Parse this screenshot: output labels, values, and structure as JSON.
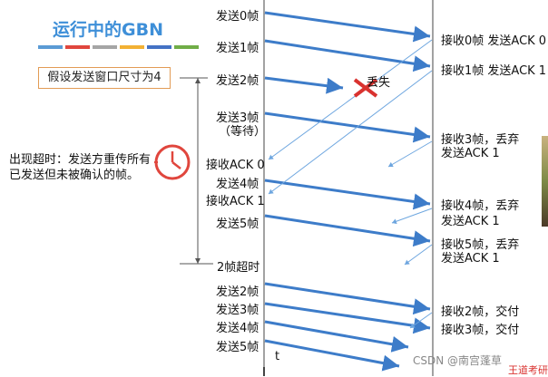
{
  "title": "运行中的GBN",
  "stripe_colors": [
    "#5b9bd5",
    "#e0463d",
    "#a5a5a5",
    "#f2b134",
    "#4472c4",
    "#70ad47"
  ],
  "window_note": "假设发送窗口尺寸为4",
  "timeout_note": "出现超时：发送方重传所有已发送但未被确认的帧。",
  "lost_label": "丢失",
  "time_label": "t",
  "sender": {
    "s0": "发送0帧",
    "s1": "发送1帧",
    "s2": "发送2帧",
    "s3": "发送3帧",
    "s3b": "（等待）",
    "ack0": "接收ACK 0",
    "s4": "发送4帧",
    "ack1": "接收ACK 1",
    "s5": "发送5帧",
    "timeout": "2帧超时",
    "r2": "发送2帧",
    "r3": "发送3帧",
    "r4": "发送4帧",
    "r5": "发送5帧"
  },
  "receiver": {
    "r0": "接收0帧 发送ACK 0",
    "r1": "接收1帧 发送ACK 1",
    "r3a": "接收3帧，丢弃",
    "r3b": "发送ACK 1",
    "r4a": "接收4帧，丢弃",
    "r4b": "发送ACK 1",
    "r5a": "接收5帧，丢弃",
    "r5b": "发送ACK 1",
    "r2": "接收2帧，交付",
    "r3": "接收3帧，交付"
  },
  "watermark": "CSDN @南宫蓬草",
  "watermark2": "王道考研"
}
